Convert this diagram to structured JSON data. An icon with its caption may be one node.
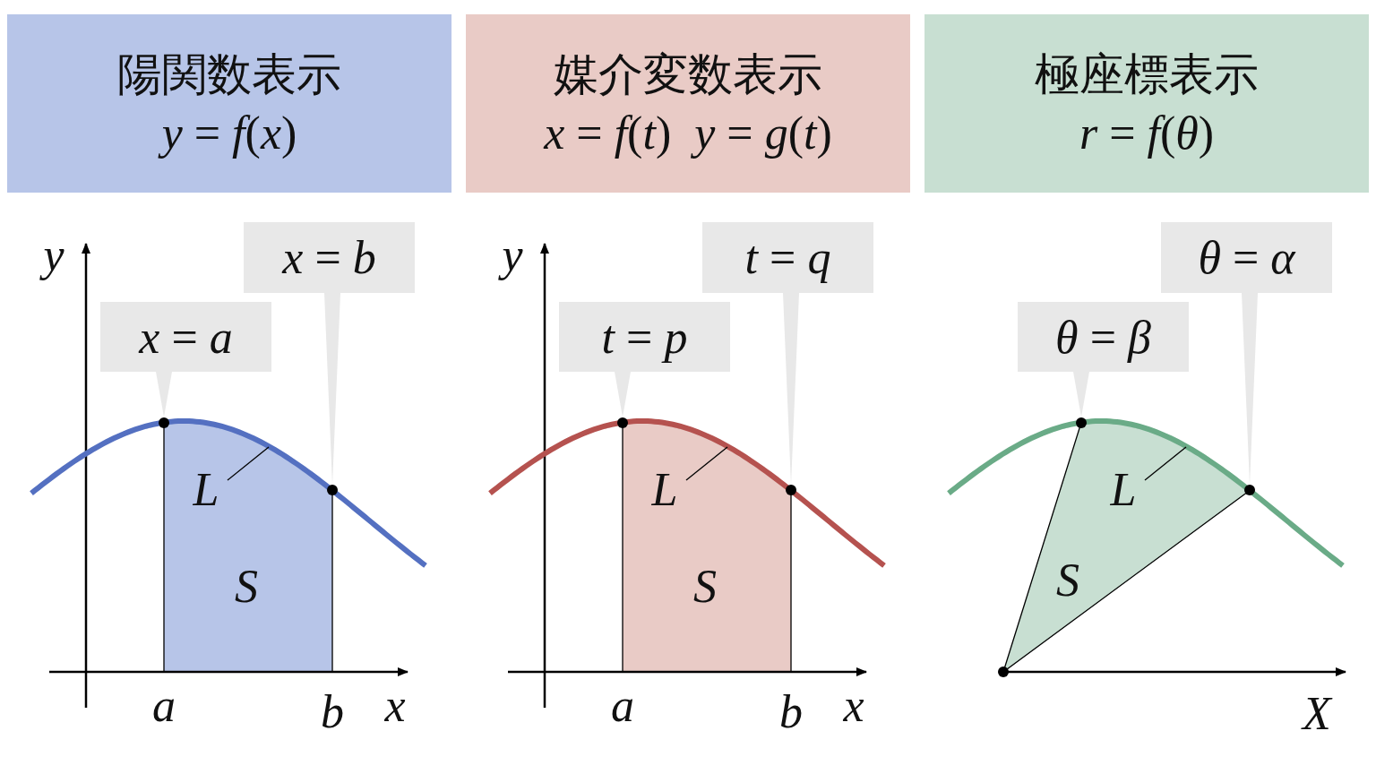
{
  "diagram": {
    "nodes": [
      {
        "text": [
          "陽関数表示",
          "*y* = *f*(*x*)"
        ]
      },
      {
        "text": [
          "媒介変数表示",
          "*x* = *f*(*t*)  *y* = *g*(*t*)"
        ]
      },
      {
        "text": [
          "極座標表示",
          "*r* = *f*(*θ*)"
        ]
      },
      {
        "text": [
          "*x* = *a*"
        ]
      },
      {
        "text": [
          "*x* = *b*"
        ]
      },
      {
        "text": [],
        "shape": "circle"
      },
      {
        "text": [],
        "shape": "circle"
      },
      {
        "text": [
          "L"
        ]
      },
      {
        "text": [
          "*t* = *p*"
        ]
      },
      {
        "text": [
          "*t* = *q*"
        ]
      },
      {
        "text": [],
        "shape": "circle"
      },
      {
        "text": [],
        "shape": "circle"
      },
      {
        "text": [
          "L"
        ]
      },
      {
        "text": [
          "*θ* = *β*"
        ]
      },
      {
        "text": [
          "*θ* = *α*"
        ]
      },
      {
        "text": [],
        "shape": "circle"
      },
      {
        "text": [],
        "shape": "circle"
      },
      {
        "text": [
          "L"
        ]
      }
    ],
    "edges": [
      {
        "from": 3,
        "to": 5,
        "arrow": "none"
      },
      {
        "from": 4,
        "to": 6,
        "arrow": "none"
      },
      {
        "from": 7,
        "to": null,
        "arrow": "none"
      },
      {
        "from": 8,
        "to": 10,
        "arrow": "none"
      },
      {
        "from": 9,
        "to": 11,
        "arrow": "none"
      },
      {
        "from": 12,
        "to": null,
        "arrow": "none"
      },
      {
        "from": 13,
        "to": 15,
        "arrow": "none"
      },
      {
        "from": 14,
        "to": 16,
        "arrow": "none"
      },
      {
        "from": 17,
        "to": null,
        "arrow": "none"
      }
    ],
    "labels": [
      "y",
      "S",
      "a",
      "b",
      "x",
      "y",
      "S",
      "a",
      "b",
      "x",
      "S",
      "X"
    ]
  }
}
